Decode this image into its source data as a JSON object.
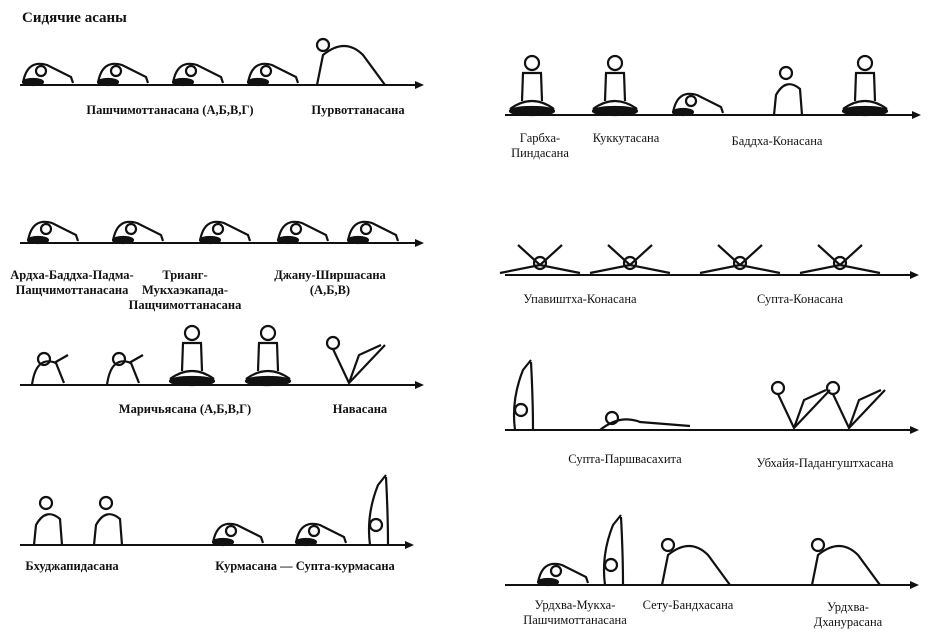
{
  "title": "Сидячие асаны",
  "left": {
    "row1": [
      "Пашчимоттанасана (А,Б,В,Г)",
      "Пурвоттанасана"
    ],
    "row2": [
      "Ардха-Баддха-Падма-\nПащчимоттанасана",
      "Трианг-\nМукхаэкапада-\nПащчимоттанасана",
      "Джану-Ширшасана\n(А,Б,В)"
    ],
    "row3": [
      "Маричьясана (А,Б,В,Г)",
      "Навасана"
    ],
    "row4": [
      "Бхуджапидасана",
      "Курмасана — Супта-курмасана"
    ]
  },
  "right": {
    "row1": [
      "Гарбха-\nПиндасана",
      "Куккутасана",
      "Баддха-Конасана"
    ],
    "row2": [
      "Упавиштха-Конасана",
      "Супта-Конасана"
    ],
    "row3": [
      "Супта-Паршвасахита",
      "Убхайя-Падангуштхасана"
    ],
    "row4": [
      "Урдхва-Мукха-\nПашчимоттанасана",
      "Сету-Бандхасана",
      "Урдхва-\nДханурасана"
    ]
  }
}
